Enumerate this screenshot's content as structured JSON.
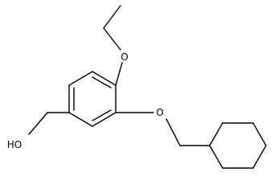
{
  "molecule": {
    "atom_labels": {
      "ethoxy_oxygen": "O",
      "ring_ether_oxygen": "O",
      "hydroxyl": "HO"
    }
  }
}
